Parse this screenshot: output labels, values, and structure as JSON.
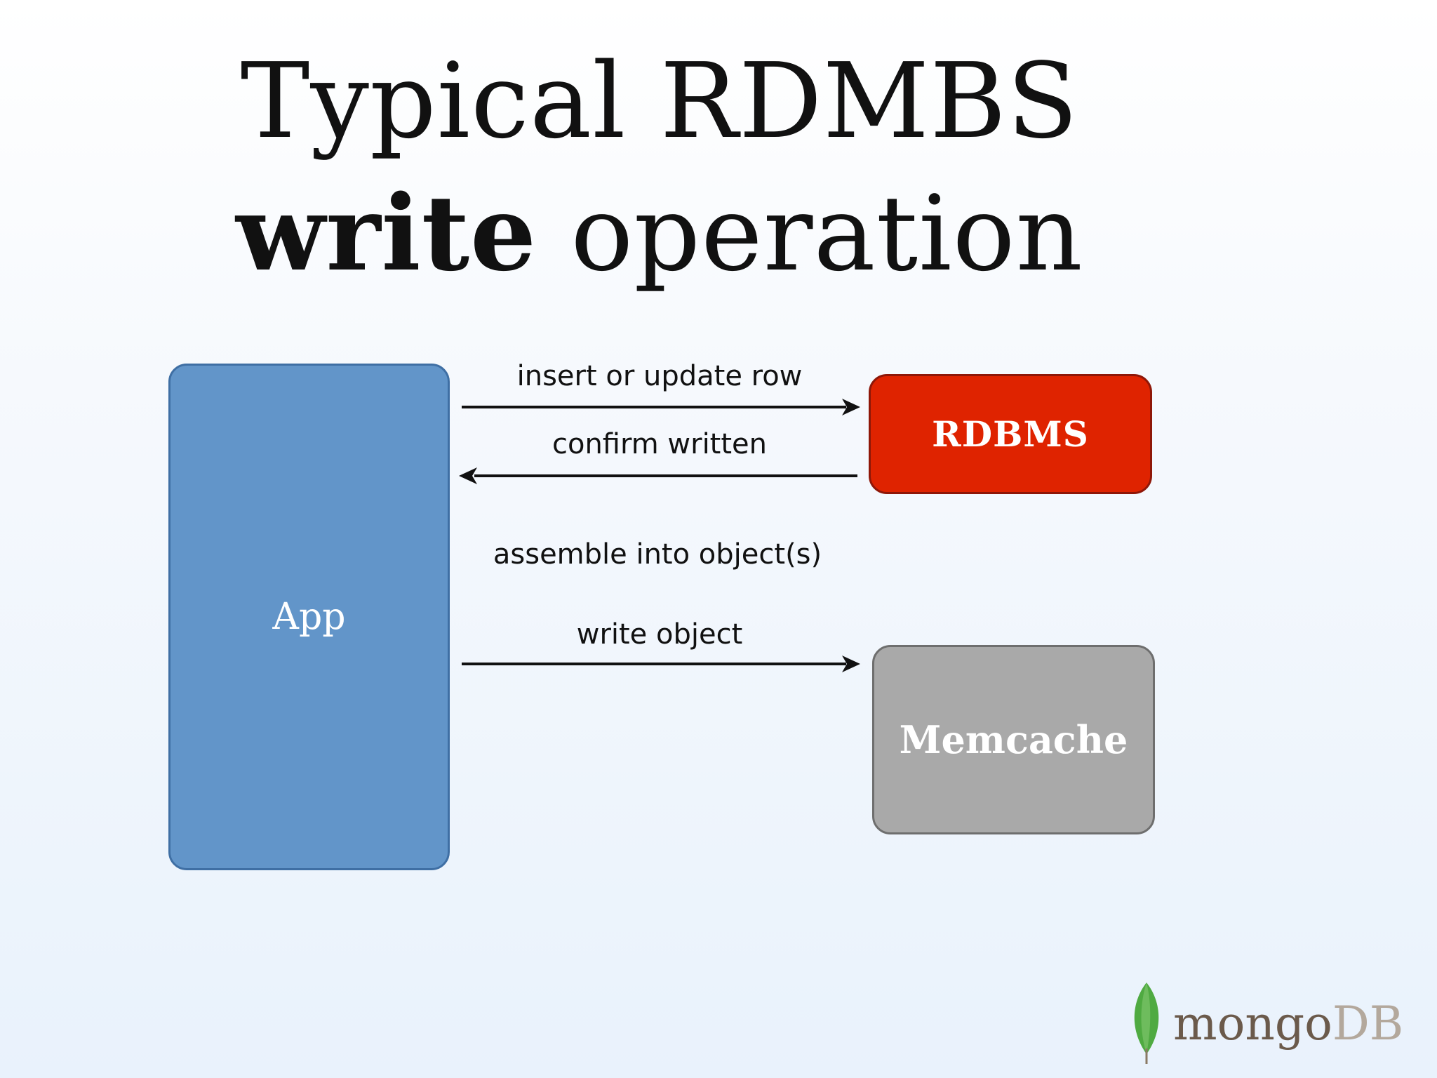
{
  "title": {
    "line1": "Typical RDMBS",
    "line2_bold": "write",
    "line2_rest": " operation"
  },
  "nodes": {
    "app": "App",
    "rdbms": "RDBMS",
    "memcache": "Memcache"
  },
  "steps": {
    "insert": "insert or update row",
    "confirm": "confirm written",
    "assemble": "assemble into object(s)",
    "write": "write object"
  },
  "logo": {
    "part1": "mongo",
    "part2": "DB"
  },
  "colors": {
    "app": "#6295c9",
    "rdbms": "#df2300",
    "memcache": "#a9a9a9",
    "leaf": "#4faa41"
  }
}
